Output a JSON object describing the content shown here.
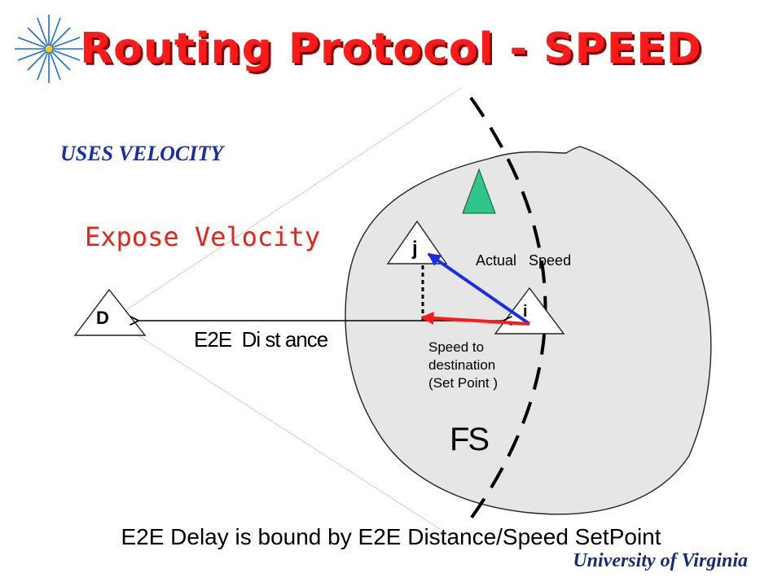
{
  "slide": {
    "title": "Routing Protocol - SPEED",
    "subtitle": "USES VELOCITY",
    "expose_text": "Expose Velocity",
    "footer_text": "E2E Delay is bound by E2E Distance/Speed SetPoint",
    "institution": "University of Virginia"
  },
  "diagram": {
    "node_d": "D",
    "node_j": "j",
    "node_i": "i",
    "actual_speed": "Actual   Speed",
    "e2e_distance": "E2E  Di st ance",
    "speed_to_destination": "Speed to\ndestination\n(Set Point )",
    "fs_label": "FS"
  },
  "colors": {
    "title": "#ff1a1a",
    "subtitle": "#1a2ea8",
    "expose": "#e8231a",
    "blue_arrow": "#1a2ee6",
    "red_arrow": "#ff1a1a",
    "region_fill": "#e6e6e6",
    "green_node": "#2ec48a",
    "logo": "#1a6ee0"
  },
  "icons": [
    "star-burst-icon"
  ]
}
